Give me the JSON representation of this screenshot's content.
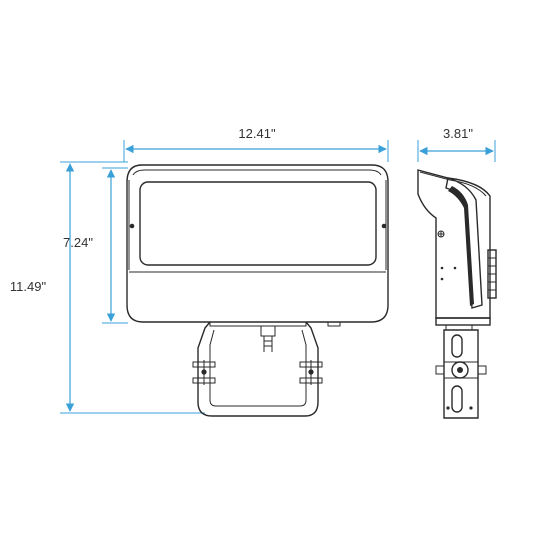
{
  "dimensions": {
    "width_label": "12.41\"",
    "depth_label": "3.81\"",
    "housing_height_label": "7.24\"",
    "total_height_label": "11.49\""
  },
  "colors": {
    "dimension_line": "#3aa0d8",
    "outline": "#2a2a2a",
    "text": "#333333"
  }
}
